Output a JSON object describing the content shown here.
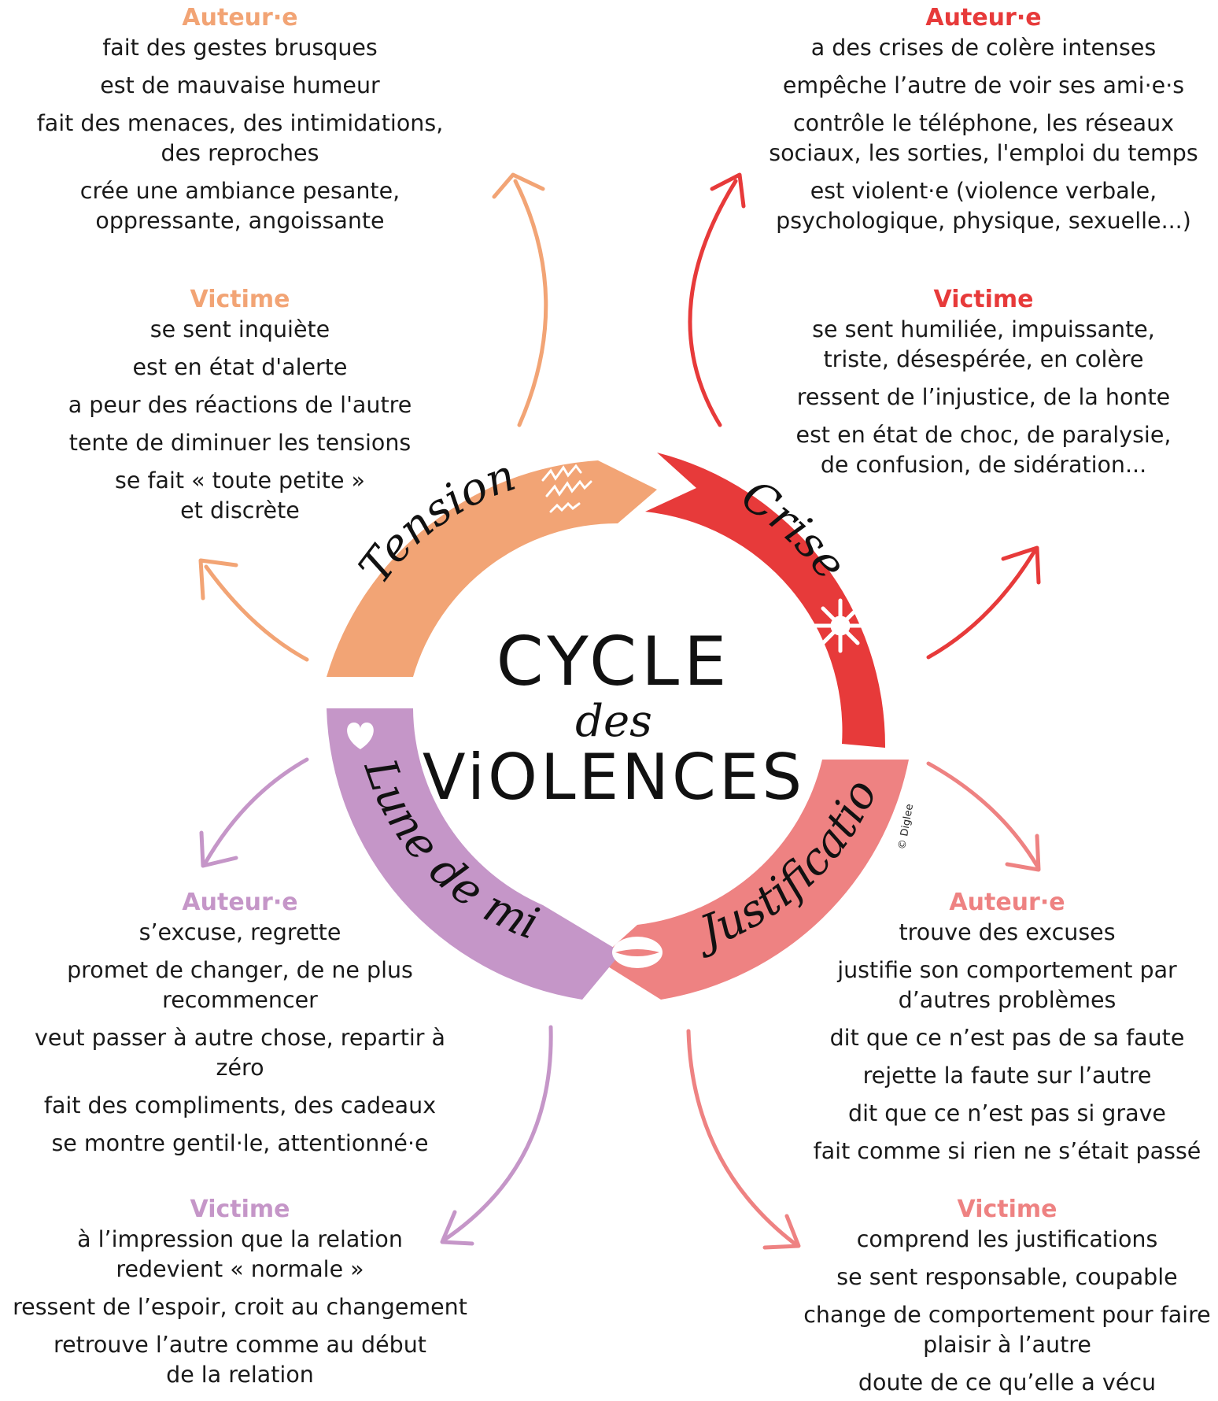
{
  "center": {
    "title_line1": "CYCLE",
    "title_line2": "des",
    "title_line3": "ViOLENCES",
    "credit": "© Diglee"
  },
  "phases": [
    {
      "name": "Tension",
      "color": "#f2a475"
    },
    {
      "name": "Crise",
      "color": "#e73a3a"
    },
    {
      "name": "Justification",
      "color": "#ee8282"
    },
    {
      "name": "Lune de miel",
      "color": "#c596c8"
    }
  ],
  "tension": {
    "auteur": {
      "heading": "Auteur·e",
      "items": [
        "fait des gestes brusques",
        "est de mauvaise humeur",
        "fait des menaces, des intimidations,\ndes reproches",
        "crée une ambiance pesante,\noppressante, angoissante"
      ]
    },
    "victime": {
      "heading": "Victime",
      "items": [
        "se sent inquiète",
        "est en état d'alerte",
        "a peur des réactions de l'autre",
        "tente de diminuer les tensions",
        "se fait « toute petite »\net discrète"
      ]
    }
  },
  "crise": {
    "auteur": {
      "heading": "Auteur·e",
      "items": [
        "a des crises de colère intenses",
        "empêche l’autre de voir ses ami·e·s",
        "contrôle le téléphone, les réseaux\nsociaux, les sorties, l'emploi du temps",
        "est violent·e (violence verbale,\npsychologique, physique, sexuelle...)"
      ]
    },
    "victime": {
      "heading": "Victime",
      "items": [
        "se sent humiliée, impuissante,\ntriste, désespérée, en colère",
        "ressent de l’injustice, de la honte",
        "est en état de choc, de paralysie,\nde confusion, de sidération..."
      ]
    }
  },
  "lune": {
    "auteur": {
      "heading": "Auteur·e",
      "items": [
        "s’excuse, regrette",
        "promet de changer, de ne plus\nrecommencer",
        "veut passer à autre chose, repartir à zéro",
        "fait des compliments, des cadeaux",
        "se montre gentil·le, attentionné·e"
      ]
    },
    "victime": {
      "heading": "Victime",
      "items": [
        "à l’impression que la relation\nredevient « normale »",
        "ressent de l’espoir, croit au changement",
        "retrouve l’autre comme au début\nde la relation"
      ]
    }
  },
  "justif": {
    "auteur": {
      "heading": "Auteur·e",
      "items": [
        "trouve des excuses",
        "justifie son comportement par\nd’autres problèmes",
        "dit que ce n’est pas de sa faute",
        "rejette la faute sur l’autre",
        "dit que ce n’est pas si grave",
        "fait comme si rien ne s’était passé"
      ]
    },
    "victime": {
      "heading": "Victime",
      "items": [
        "comprend les justifications",
        "se sent responsable, coupable",
        "change de comportement pour faire\nplaisir à l’autre",
        "doute de ce qu’elle a vécu"
      ]
    }
  }
}
